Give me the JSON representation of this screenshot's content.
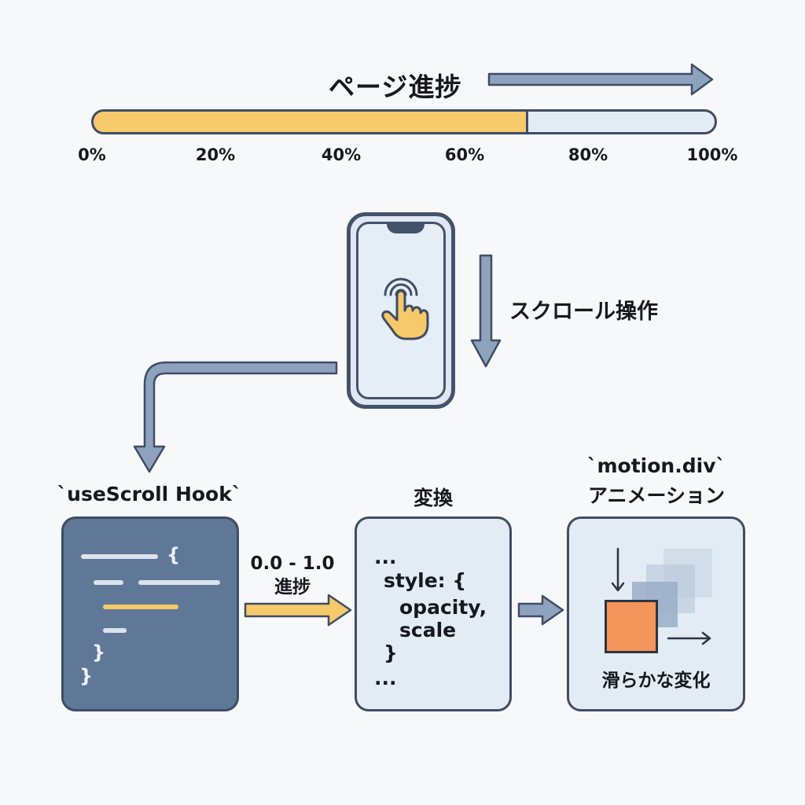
{
  "progress": {
    "title": "ページ進捗",
    "fill_fraction": 0.7,
    "ticks": [
      "0%",
      "20%",
      "40%",
      "60%",
      "80%",
      "100%"
    ]
  },
  "scroll": {
    "label": "スクロール操作",
    "icon": "tap-hand-icon"
  },
  "hook": {
    "title": "`useScroll Hook`"
  },
  "transform": {
    "title": "変換",
    "range": "0.0 - 1.0",
    "range_caption": "進捗",
    "code": [
      "...",
      "style: {",
      "opacity,",
      "scale",
      "}",
      "..."
    ]
  },
  "motion": {
    "title_line1": "`motion.div`",
    "title_line2": "アニメーション",
    "caption": "滑らかな変化"
  },
  "colors": {
    "progress_fill": "#f6c96a",
    "outline": "#3f4d66",
    "arrow": "#8fa2bd",
    "code_panel": "#5f7897",
    "accent_square": "#f4955c"
  }
}
